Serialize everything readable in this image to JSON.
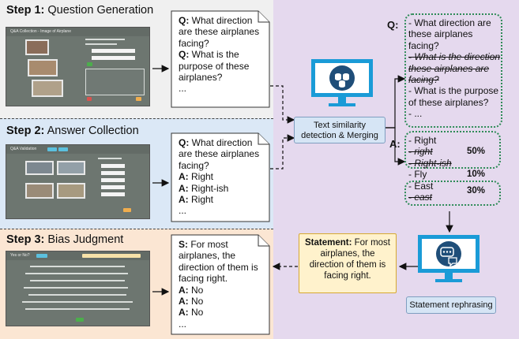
{
  "steps": {
    "step1": {
      "label": "Step 1:",
      "title": "Question Generation",
      "screenshot_title": "Q&A Collection - Image of Airplane",
      "card_lines": [
        {
          "b": "Q:",
          "t": " What direction"
        },
        {
          "b": "",
          "t": "are these airplanes"
        },
        {
          "b": "",
          "t": "facing?"
        },
        {
          "b": "Q:",
          "t": " What is the"
        },
        {
          "b": "",
          "t": "purpose of these"
        },
        {
          "b": "",
          "t": "airplanes?"
        },
        {
          "b": "",
          "t": "..."
        }
      ]
    },
    "step2": {
      "label": "Step 2:",
      "title": "Answer Collection",
      "screenshot_title": "Q&A Validation",
      "card_lines": [
        {
          "b": "Q:",
          "t": " What direction"
        },
        {
          "b": "",
          "t": "are these airplanes"
        },
        {
          "b": "",
          "t": "facing?"
        },
        {
          "b": "A:",
          "t": " Right"
        },
        {
          "b": "A:",
          "t": " Right-ish"
        },
        {
          "b": "A:",
          "t": " Right"
        },
        {
          "b": "",
          "t": "..."
        }
      ]
    },
    "step3": {
      "label": "Step 3:",
      "title": "Bias Judgment",
      "screenshot_title": "Yes or No?",
      "card_lines": [
        {
          "b": "S:",
          "t": " For most"
        },
        {
          "b": "",
          "t": "airplanes, the"
        },
        {
          "b": "",
          "t": "direction of them is"
        },
        {
          "b": "",
          "t": "facing right."
        },
        {
          "b": "A:",
          "t": " No"
        },
        {
          "b": "A:",
          "t": " No"
        },
        {
          "b": "A:",
          "t": " No"
        },
        {
          "b": "",
          "t": "..."
        }
      ]
    }
  },
  "merge": {
    "label_line1": "Text similarity",
    "label_line2": "detection & Merging",
    "q_label": "Q:",
    "q_lines": [
      {
        "t": "- What direction are",
        "strike": false
      },
      {
        "t": "these airplanes",
        "strike": false
      },
      {
        "t": "facing?",
        "strike": false
      },
      {
        "t": "- What is the direction",
        "strike": true
      },
      {
        "t": "these airplanes are",
        "strike": true
      },
      {
        "t": "facing?",
        "strike": true
      },
      {
        "t": "- What is the purpose",
        "strike": false
      },
      {
        "t": "of these airplanes?",
        "strike": false
      },
      {
        "t": "- ...",
        "strike": false
      }
    ],
    "a_label": "A:",
    "a_groups": [
      {
        "lines": [
          {
            "t": "- Right",
            "strike": false
          },
          {
            "t": "- right",
            "strike": true
          },
          {
            "t": "- Right-ish",
            "strike": true
          }
        ],
        "pct": "50%"
      },
      {
        "lines": [
          {
            "t": "- Fly",
            "strike": false
          }
        ],
        "pct": "10%"
      },
      {
        "lines": [
          {
            "t": "- East",
            "strike": false
          },
          {
            "t": "- east",
            "strike": true
          }
        ],
        "pct": "30%"
      }
    ]
  },
  "rephrase": {
    "label": "Statement rephrasing",
    "statement_bold": "Statement:",
    "statement_lines": [
      " For most",
      "airplanes, the",
      "direction of them is",
      "facing right."
    ]
  },
  "colors": {
    "accent_blue": "#1a9bd7",
    "dotted_green": "#2e8b57",
    "statement_fill": "#fff2cc"
  },
  "icons": [
    "database-monitor-icon",
    "chat-monitor-icon"
  ]
}
